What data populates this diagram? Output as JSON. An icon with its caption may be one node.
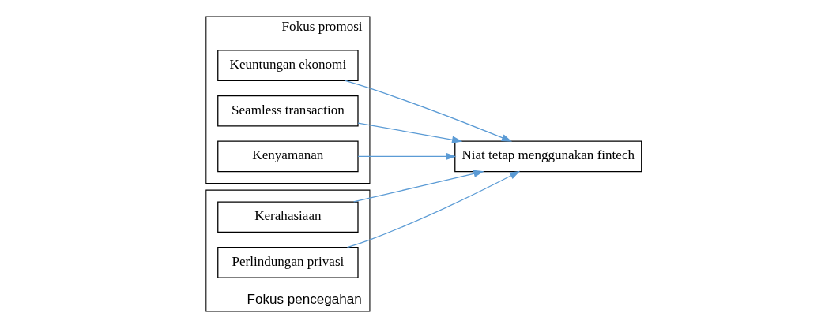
{
  "diagram": {
    "nodes": [
      {
        "text": [
          "Fokus promosi"
        ]
      },
      {
        "text": [
          "Keuntungan ekonomi"
        ],
        "in": 0
      },
      {
        "text": [
          "Seamless transaction"
        ],
        "in": 0
      },
      {
        "text": [
          "Kenyamanan"
        ],
        "in": 0
      },
      {
        "text": [
          "Fokus pencegahan"
        ]
      },
      {
        "text": [
          "Kerahasiaan"
        ],
        "in": 4
      },
      {
        "text": [
          "Perlindungan privasi"
        ],
        "in": 4
      },
      {
        "text": [
          "Niat tetap menggunakan fintech"
        ]
      }
    ],
    "edges": [
      {
        "from": 1,
        "to": 7,
        "arrow": "to"
      },
      {
        "from": 2,
        "to": 7,
        "arrow": "to"
      },
      {
        "from": 3,
        "to": 7,
        "arrow": "to"
      },
      {
        "from": 5,
        "to": 7,
        "arrow": "to"
      },
      {
        "from": 6,
        "to": 7,
        "arrow": "to"
      }
    ]
  }
}
